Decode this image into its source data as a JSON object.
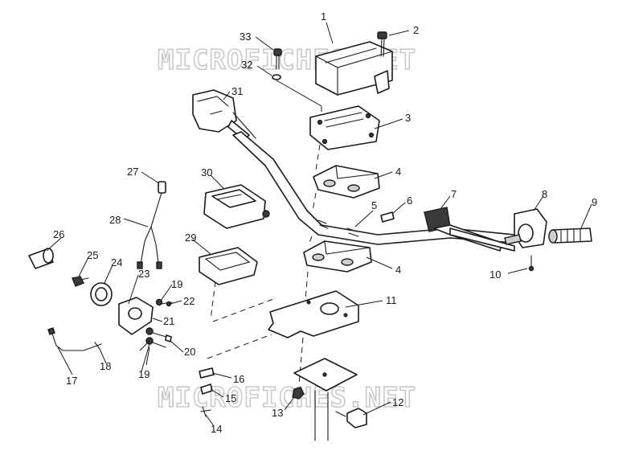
{
  "watermark": {
    "top": "MICROFICHES.NET",
    "bottom": "MICROFICHES.NET"
  },
  "callouts": {
    "c1": "1",
    "c2": "2",
    "c3": "3",
    "c4a": "4",
    "c4b": "4",
    "c5": "5",
    "c6": "6",
    "c7": "7",
    "c8": "8",
    "c9": "9",
    "c10": "10",
    "c11": "11",
    "c12": "12",
    "c13": "13",
    "c14": "14",
    "c15": "15",
    "c16": "16",
    "c17": "17",
    "c18": "18",
    "c19a": "19",
    "c19b": "19",
    "c20": "20",
    "c21": "21",
    "c22": "22",
    "c23": "23",
    "c24": "24",
    "c25": "25",
    "c26": "26",
    "c27": "27",
    "c28": "28",
    "c29": "29",
    "c30": "30",
    "c31": "31",
    "c32": "32",
    "c33": "33"
  }
}
